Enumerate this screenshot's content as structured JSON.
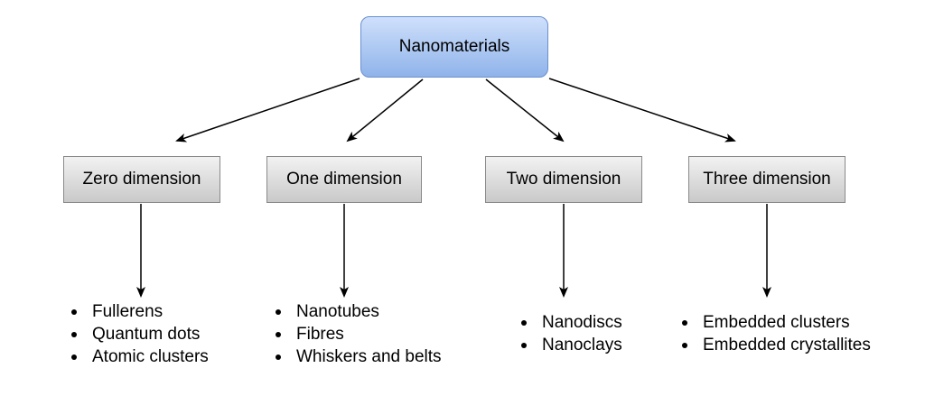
{
  "root": {
    "label": "Nanomaterials"
  },
  "categories": [
    {
      "label": "Zero dimension",
      "items": [
        "Fullerens",
        "Quantum dots",
        "Atomic clusters"
      ]
    },
    {
      "label": "One dimension",
      "items": [
        "Nanotubes",
        "Fibres",
        "Whiskers and belts"
      ]
    },
    {
      "label": "Two dimension",
      "items": [
        "Nanodiscs",
        "Nanoclays"
      ]
    },
    {
      "label": "Three dimension",
      "items": [
        "Embedded clusters",
        "Embedded crystallites"
      ]
    }
  ]
}
